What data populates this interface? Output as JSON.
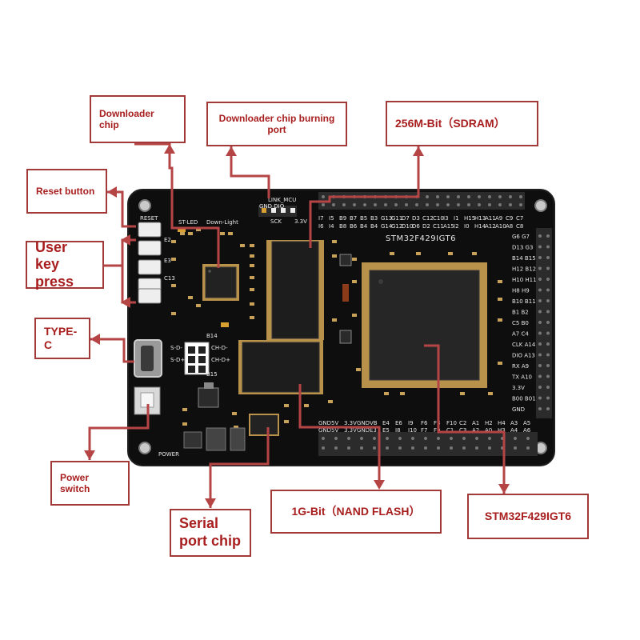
{
  "callouts": {
    "downloader_chip": "Downloader chip",
    "downloader_port": "Downloader chip burning port",
    "sdram": "256M-Bit（SDRAM）",
    "reset_button": "Reset button",
    "user_key_press": "User key press",
    "type_c": "TYPE-C",
    "power_switch": "Power switch",
    "serial_port_chip": "Serial port chip",
    "nand_flash": "1G-Bit（NAND FLASH）",
    "mcu": "STM32F429IGT6"
  },
  "board": {
    "mcu_silk": "STM32F429IGT6",
    "reset_label": "RESET",
    "power_label": "POWER",
    "swd_label": "LINK_MCU",
    "swd_pins": "GND    DIO",
    "sck": "SCK",
    "v33": "3.3V",
    "led_label": "ST-LED",
    "down_light": "Down-Light",
    "top_pins_row1": [
      "I7",
      "I5",
      "B9",
      "B7",
      "B5",
      "B3",
      "G13",
      "G11",
      "D7",
      "D3",
      "C12",
      "C10",
      "I3",
      "I1",
      "H15",
      "H13",
      "A11",
      "A9",
      "C9",
      "C7"
    ],
    "top_pins_row2": [
      "I6",
      "I4",
      "B8",
      "B6",
      "B4",
      "B4",
      "G14",
      "G12",
      "D10",
      "D6",
      "D2",
      "C11",
      "A15",
      "I2",
      "I0",
      "H14",
      "A12",
      "A10",
      "A8",
      "C8"
    ],
    "right_pins": [
      "G6 G7",
      "D13 G3",
      "B14 B15",
      "H12 B12",
      "H10 H11",
      "H8 H9",
      "B10 B11",
      "B1 B2",
      "C5 B0",
      "A7 C4",
      "CLK A14",
      "DIO A13",
      "RX A9",
      "TX A10",
      "3.3V",
      "B00 B01",
      "GND"
    ],
    "bottom_pins_row1": [
      "GND",
      "5V",
      "3.3V",
      "GND",
      "VB",
      "E4",
      "E6",
      "I9",
      "F6",
      "F8",
      "F10",
      "C2",
      "A1",
      "H2",
      "H4",
      "A3",
      "A5"
    ],
    "bottom_pins_row2": [
      "GND",
      "5V",
      "3.3V",
      "GND",
      "E3",
      "E5",
      "I8",
      "I10",
      "F7",
      "F9",
      "C1",
      "C3",
      "A2",
      "A0",
      "H3",
      "A4",
      "A6"
    ],
    "header_labels_left": [
      "S-D-",
      "S-D+",
      "B14",
      "B15",
      "CH-D-",
      "CH-D+"
    ],
    "key_labels": [
      "E2",
      "E3",
      "C13"
    ]
  }
}
